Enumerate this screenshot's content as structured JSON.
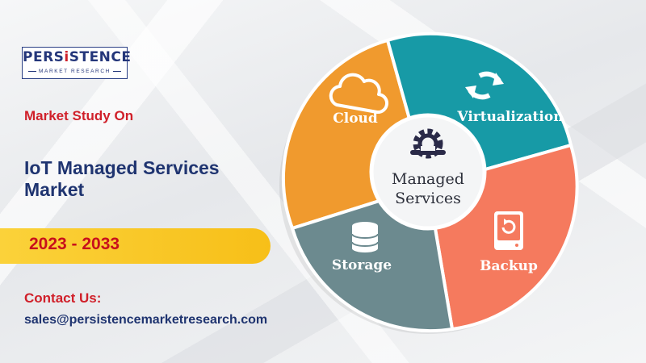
{
  "logo": {
    "brand_prefix": "PERS",
    "brand_accent": "i",
    "brand_suffix": "STENCE",
    "tagline": "MARKET RESEARCH"
  },
  "study_label": "Market Study On",
  "title": "IoT Managed Services Market",
  "year_range": "2023 - 2033",
  "contact": {
    "label": "Contact Us:",
    "email": "sales@persistencemarketresearch.com"
  },
  "diagram": {
    "center_line1": "Managed",
    "center_line2": "Services",
    "center_icon": "gear-wrench-icon",
    "segments": [
      {
        "label": "Cloud",
        "icon": "cloud-icon",
        "color": "#f09a2e"
      },
      {
        "label": "Virtualization",
        "icon": "refresh-arrows-icon",
        "color": "#179aa6"
      },
      {
        "label": "Backup",
        "icon": "backup-drive-icon",
        "color": "#f57a5e"
      },
      {
        "label": "Storage",
        "icon": "database-icon",
        "color": "#6c8a8f"
      }
    ]
  },
  "colors": {
    "brand_blue": "#1f3470",
    "accent_red": "#d0202a",
    "banner_yellow": "#f7bf18"
  }
}
